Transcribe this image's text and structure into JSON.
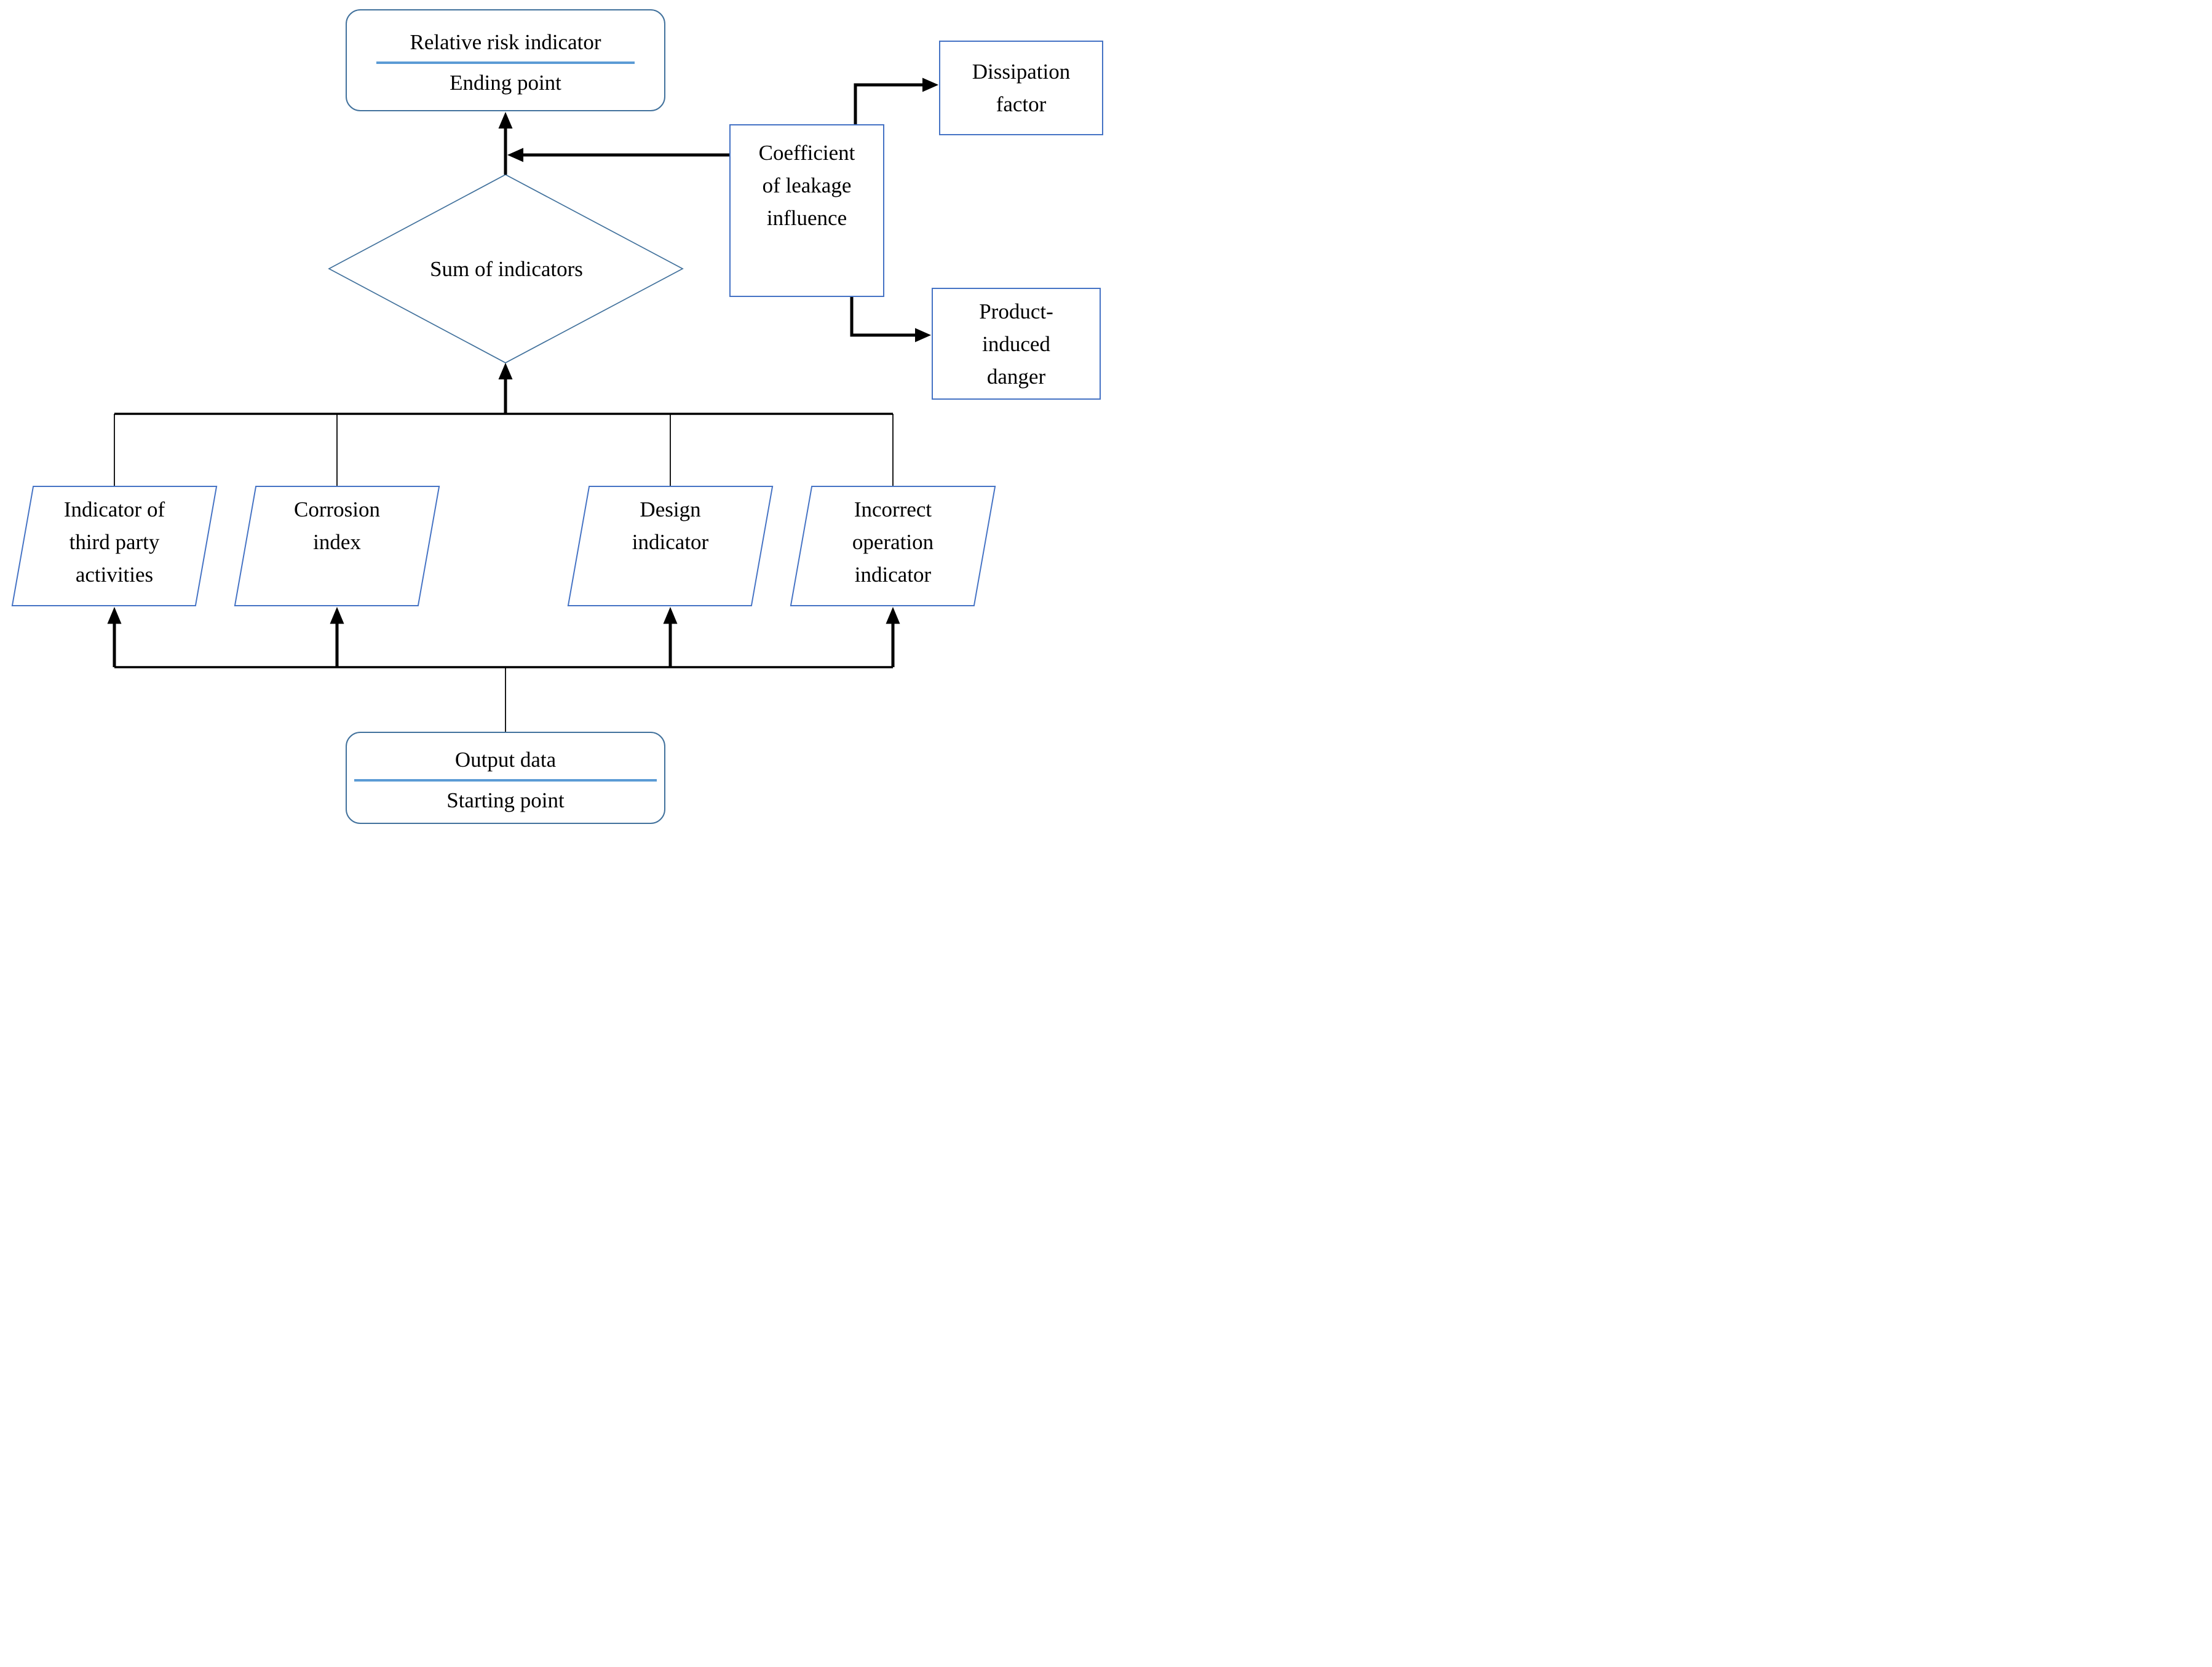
{
  "figure_type": "flowchart",
  "nodes": {
    "ending": {
      "title": "Relative risk indicator",
      "subtitle": "Ending point"
    },
    "sum": {
      "label": "Sum of indicators"
    },
    "coefficient": {
      "lines": [
        "Coefficient",
        "of leakage",
        "influence"
      ]
    },
    "dissipation": {
      "lines": [
        "Dissipation",
        "factor"
      ]
    },
    "product": {
      "lines": [
        "Product-",
        "induced",
        "danger"
      ]
    },
    "third_party": {
      "lines": [
        "Indicator of",
        "third party",
        "activities"
      ]
    },
    "corrosion": {
      "lines": [
        "Corrosion",
        "index"
      ]
    },
    "design": {
      "lines": [
        "Design",
        "indicator"
      ]
    },
    "incorrect_operation": {
      "lines": [
        "Incorrect",
        "operation",
        "indicator"
      ]
    },
    "output": {
      "title": "Output data",
      "subtitle": "Starting point"
    }
  },
  "colors": {
    "shape_border_blue": "#4472C4",
    "terminal_border_blue": "#41719C",
    "separator_blue": "#5B9BD5",
    "connector_black": "#000000",
    "background": "#FFFFFF",
    "text": "#000000"
  }
}
